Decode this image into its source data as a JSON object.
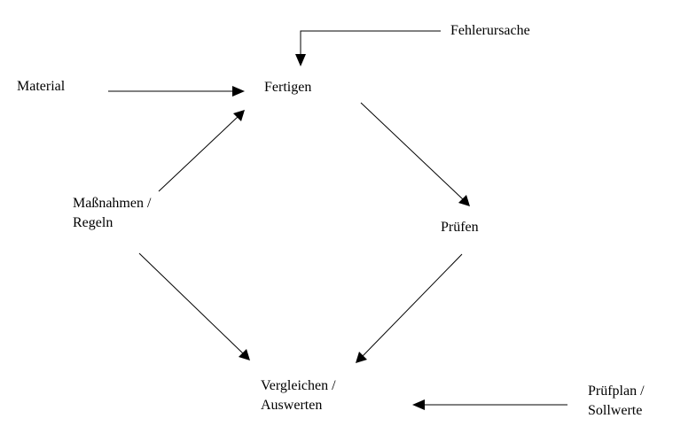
{
  "diagram": {
    "colors": {
      "line": "#000000",
      "text": "#000000",
      "background": "#ffffff"
    },
    "nodes": {
      "fehlerursache": {
        "label": "Fehlerursache"
      },
      "material": {
        "label": "Material"
      },
      "fertigen": {
        "label": "Fertigen"
      },
      "massnahmen": {
        "line1": "Maßnahmen /",
        "line2": "Regeln"
      },
      "pruefen": {
        "label": "Prüfen"
      },
      "vergleichen": {
        "line1": "Vergleichen /",
        "line2": "Auswerten"
      },
      "pruefplan": {
        "line1": "Prüfplan /",
        "line2": "Sollwerte"
      }
    },
    "edges": [
      {
        "from": "fehlerursache",
        "to": "fertigen"
      },
      {
        "from": "material",
        "to": "fertigen"
      },
      {
        "from": "massnahmen",
        "to": "fertigen"
      },
      {
        "from": "fertigen",
        "to": "pruefen"
      },
      {
        "from": "pruefen",
        "to": "vergleichen"
      },
      {
        "from": "massnahmen",
        "to": "vergleichen"
      },
      {
        "from": "pruefplan",
        "to": "vergleichen"
      }
    ]
  }
}
